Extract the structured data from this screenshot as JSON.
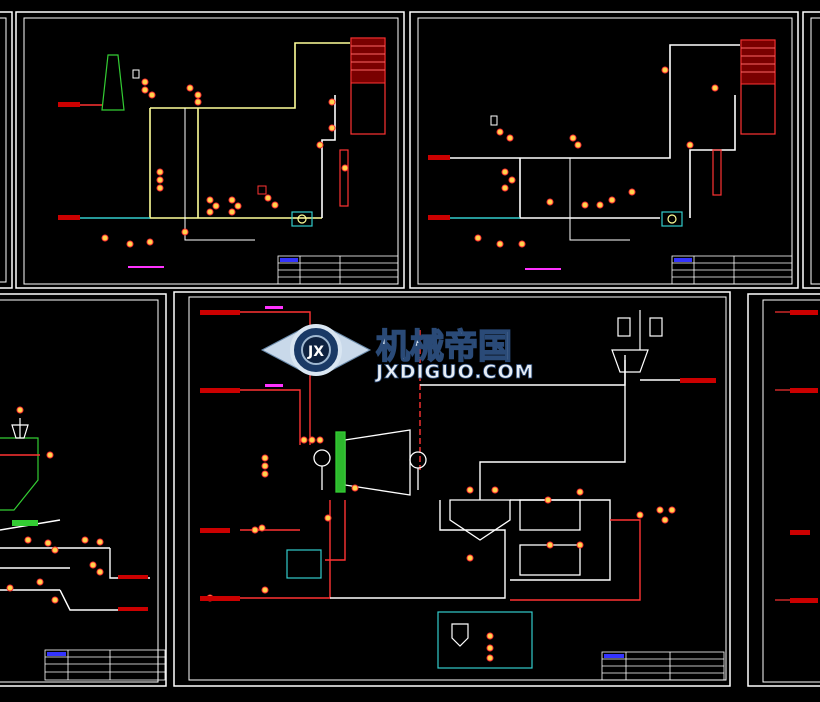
{
  "watermark": {
    "badge": "JX",
    "text_cn": "机械帝国",
    "text_en": "JXDIGUO.COM"
  },
  "colors": {
    "background": "#000000",
    "frame": "#ffffff",
    "pipe_main": "#ffff99",
    "pipe_white": "#ffffff",
    "pipe_red": "#ff3333",
    "pipe_cyan": "#33cccc",
    "pipe_green": "#33cc33",
    "pipe_magenta": "#ff33ff",
    "instrument_fill": "#ffd24d",
    "instrument_ring": "#ff3333",
    "equipment_outline": "#ff3333",
    "tag_red": "#cc0000",
    "title_block": "#ffffff",
    "title_logo": "#3333ff",
    "watermark_steel": "#d9e6f2"
  },
  "sheets": [
    {
      "id": "sheet-top-left-partial",
      "position": "top-left-edge"
    },
    {
      "id": "sheet-top-center-left",
      "position": "top-row-2"
    },
    {
      "id": "sheet-top-center-right",
      "position": "top-row-3"
    },
    {
      "id": "sheet-top-right-partial",
      "position": "top-right-edge"
    },
    {
      "id": "sheet-bottom-left",
      "position": "bottom-row-1"
    },
    {
      "id": "sheet-bottom-center",
      "position": "bottom-row-2"
    },
    {
      "id": "sheet-bottom-right",
      "position": "bottom-row-3"
    }
  ]
}
